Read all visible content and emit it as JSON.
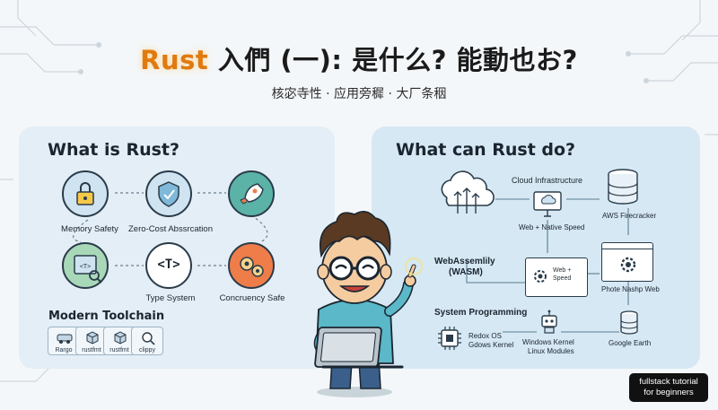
{
  "header": {
    "title_rust": "Rust",
    "title_rest": " 入們 (一): 是什么? 能動也お?",
    "subtitle": "核宓寺性 · 应用旁穉 · 大厂条秵"
  },
  "left_panel": {
    "title": "What is Rust?",
    "features": [
      {
        "label": "Memory Safety",
        "icon": "lock-icon"
      },
      {
        "label": "Zero-Cost Abssrcation",
        "icon": "shield-icon"
      },
      {
        "label": "",
        "icon": "rocket-icon"
      },
      {
        "label": "",
        "icon": "type-code-icon"
      },
      {
        "label": "Type System",
        "icon": "type-brackets-icon"
      },
      {
        "label": "Concruency Safe",
        "icon": "gears-icon"
      }
    ],
    "type_glyph": "<T>",
    "type_glyph_small": "<T>",
    "toolchain_title": "Modern Toolchain",
    "tools": [
      "Rargo",
      "rustfmt",
      "rustfmt",
      "clippy"
    ]
  },
  "right_panel": {
    "title": "What can Rust do?",
    "cloud_infra": "Cloud Infrastructure",
    "native_speed": "Web + Native Speed",
    "aws": "AWS Firecracker",
    "wasm_line1": "WebAssemlily",
    "wasm_line2": "(WASM)",
    "web_speed_line1": "Web +",
    "web_speed_line2": "Speed",
    "photo_web": "Phote Nashp Web",
    "sys_prog": "System Programming",
    "redox_line1": "Redox OS",
    "redox_line2": "Gdows Kernel",
    "win_kernel_line1": "Windows Kernel",
    "win_kernel_line2": "Linux Modules",
    "google_earth": "Google Earth"
  },
  "badge": {
    "line1": "fullstack tutorial",
    "line2": "for beginners"
  },
  "colors": {
    "accent": "#e07a10",
    "panel_left": "#e3eef6",
    "panel_right": "#d6e8f3",
    "teal": "#5bb3a8",
    "orange": "#ee7d4a"
  }
}
